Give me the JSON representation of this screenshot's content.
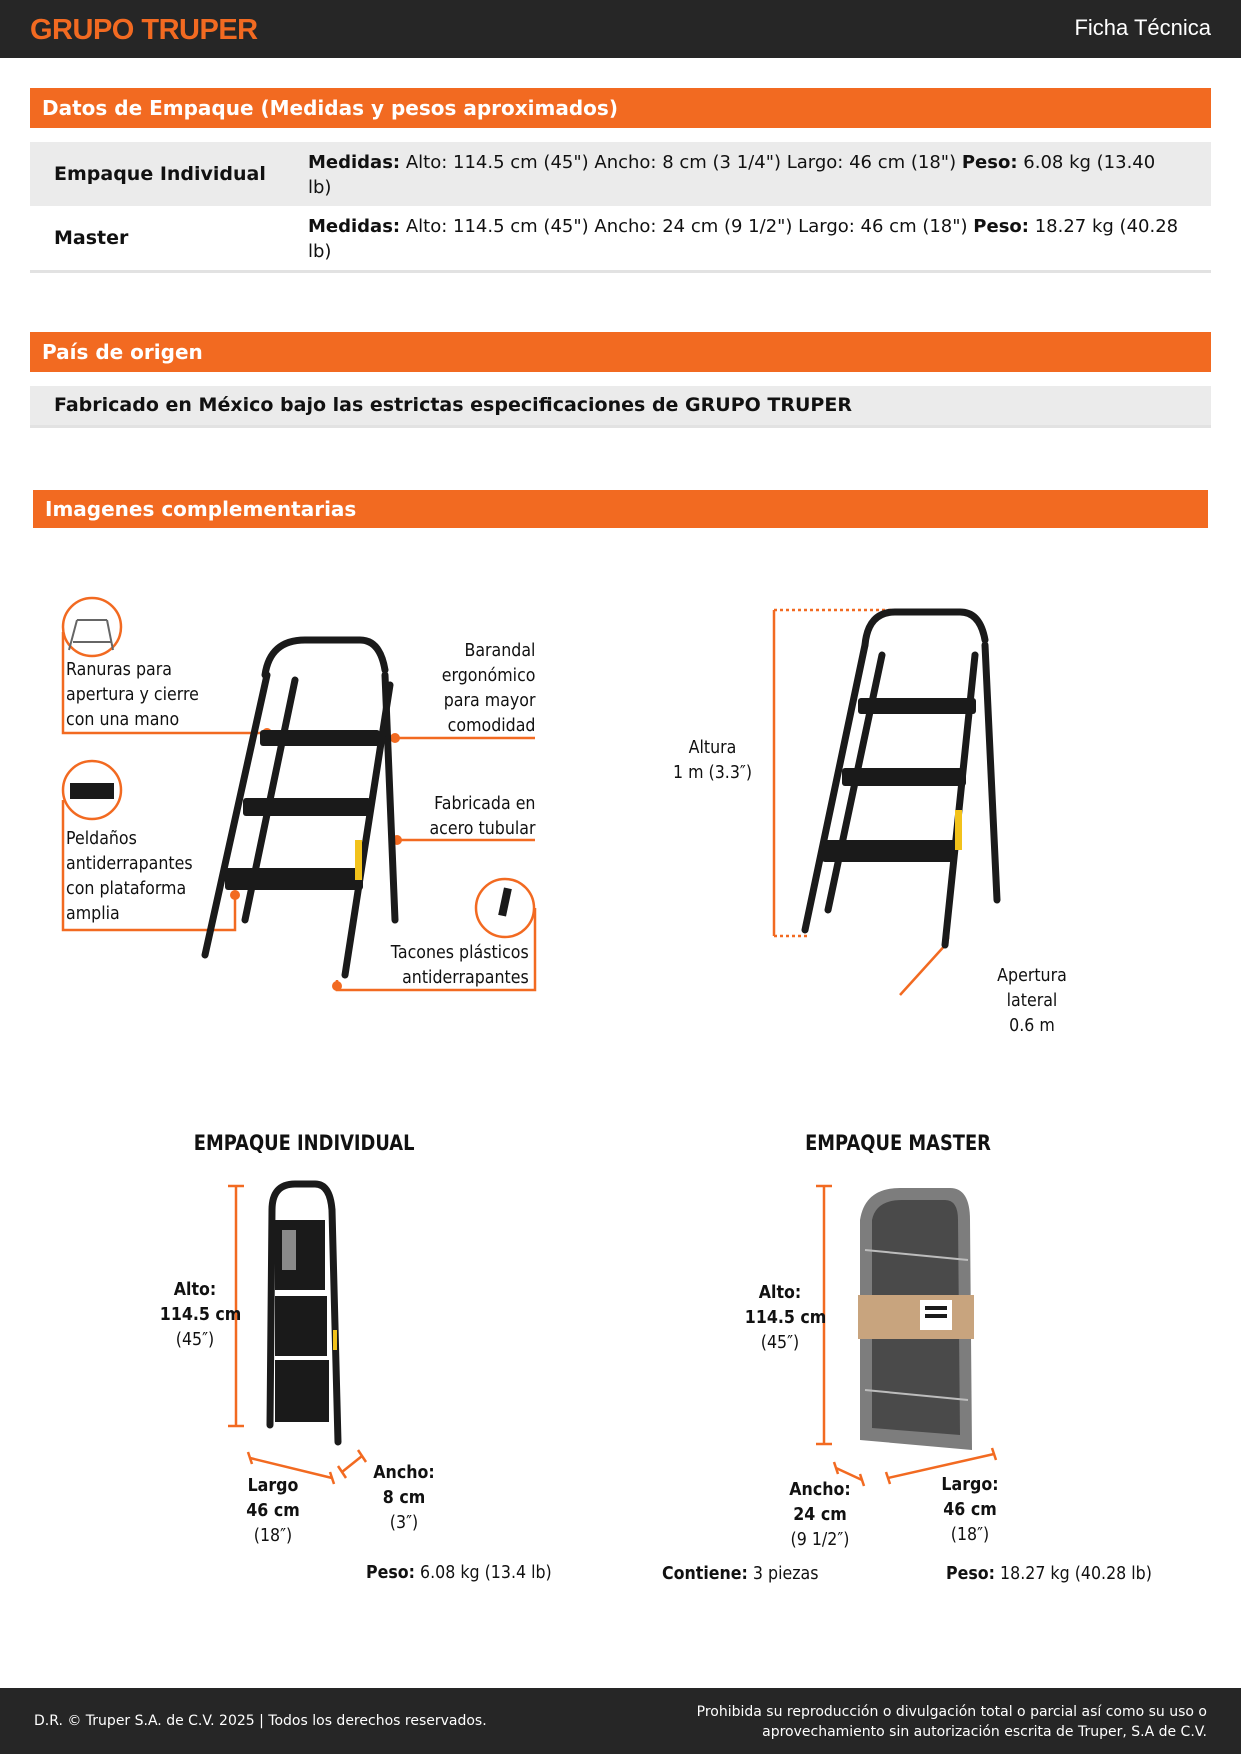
{
  "header": {
    "logo": "GRUPO TRUPER",
    "doc_title": "Ficha Técnica"
  },
  "packaging": {
    "title": "Datos de Empaque (Medidas y pesos aproximados)",
    "rows": [
      {
        "label": "Empaque Individual",
        "medidas_label": "Medidas:",
        "medidas": "Alto: 114.5 cm (45\") Ancho: 8 cm (3 1/4\") Largo: 46 cm (18\")",
        "peso_label": "Peso:",
        "peso": "6.08 kg (13.40 lb)"
      },
      {
        "label": "Master",
        "medidas_label": "Medidas:",
        "medidas": "Alto: 114.5 cm (45\") Ancho: 24 cm (9 1/2\") Largo: 46 cm (18\")",
        "peso_label": "Peso:",
        "peso": "18.27 kg (40.28 lb)"
      }
    ]
  },
  "origin": {
    "title": "País de origen",
    "text": "Fabricado en México bajo las estrictas especificaciones de GRUPO TRUPER"
  },
  "images": {
    "title": "Imagenes complementarias",
    "features": {
      "ranuras": [
        "Ranuras para",
        "apertura y cierre",
        "con una mano"
      ],
      "peldanos": [
        "Peldaños",
        "antiderrapantes",
        "con plataforma",
        "amplia"
      ],
      "barandal": [
        "Barandal",
        "ergonómico",
        "para mayor",
        "comodidad"
      ],
      "fabricada": [
        "Fabricada en",
        "acero tubular"
      ],
      "tacones": [
        "Tacones plásticos",
        "antiderrapantes"
      ]
    },
    "dimensions": {
      "altura": [
        "Altura",
        "1 m (3.3″)"
      ],
      "apertura": [
        "Apertura",
        "lateral",
        "0.6 m"
      ]
    },
    "individual": {
      "title": "EMPAQUE INDIVIDUAL",
      "alto": [
        "Alto:",
        "114.5 cm",
        "(45″)"
      ],
      "largo": [
        "Largo",
        "46 cm",
        "(18″)"
      ],
      "ancho": [
        "Ancho:",
        "8 cm",
        "(3″)"
      ],
      "peso_label": "Peso:",
      "peso": "6.08 kg (13.4 lb)"
    },
    "master": {
      "title": "EMPAQUE MASTER",
      "alto": [
        "Alto:",
        "114.5 cm",
        "(45″)"
      ],
      "ancho": [
        "Ancho:",
        "24 cm",
        "(9 1/2″)"
      ],
      "largo": [
        "Largo:",
        "46 cm",
        "(18″)"
      ],
      "contiene_label": "Contiene:",
      "contiene": "3 piezas",
      "peso_label": "Peso:",
      "peso": "18.27 kg (40.28 lb)"
    }
  },
  "colors": {
    "accent": "#f26a21",
    "dark": "#262626"
  },
  "footer": {
    "left": "D.R. © Truper S.A. de C.V. 2025 | Todos los derechos reservados.",
    "right_line1": "Prohibida su reproducción o divulgación total o parcial así como su uso o",
    "right_line2": "aprovechamiento sin autorización escrita de Truper, S.A de C.V."
  }
}
